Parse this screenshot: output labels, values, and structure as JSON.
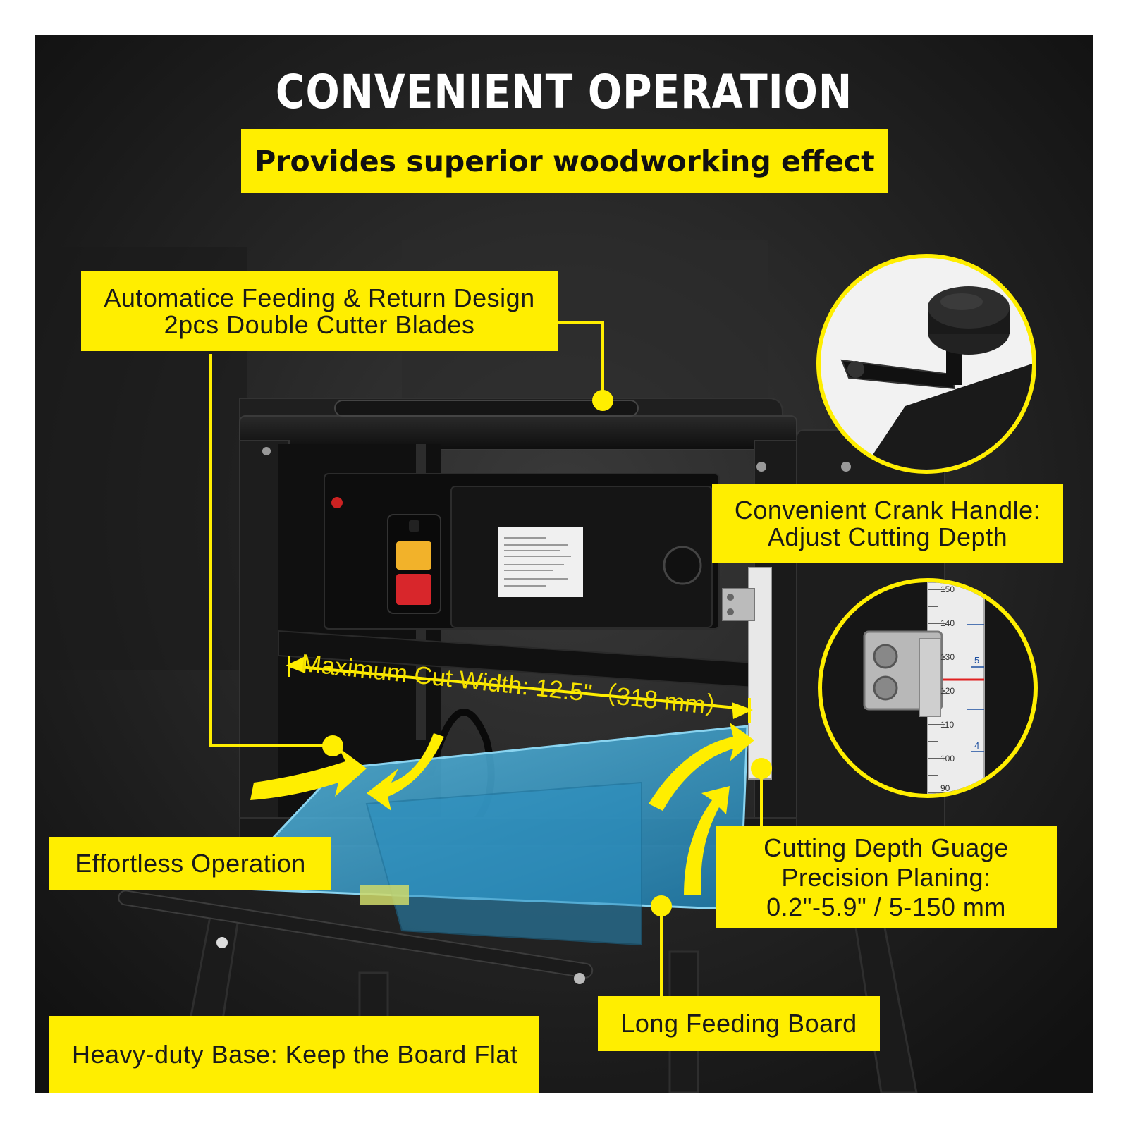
{
  "title": "CONVENIENT OPERATION",
  "subtitle": "Provides superior woodworking effect",
  "callouts": {
    "feeding_line1": "Automatice Feeding & Return Design",
    "feeding_line2": "2pcs Double Cutter Blades",
    "crank_line1": "Convenient Crank Handle:",
    "crank_line2": "Adjust Cutting Depth",
    "effortless": "Effortless Operation",
    "gauge_line1": "Cutting Depth Guage",
    "gauge_line2": "Precision Planing:",
    "gauge_line3": "0.2\"-5.9\" / 5-150 mm",
    "feeding_board": "Long Feeding Board",
    "base": "Heavy-duty Base: Keep the Board Flat"
  },
  "max_cut_width": "Maximum Cut Width: 12.5\"（318 mm）",
  "colors": {
    "accent": "#ffee00",
    "background": "#141414",
    "machine": "#1c1c1c",
    "table_blue": "#3fa9d6",
    "switch_red": "#d8262b",
    "switch_yellow": "#f2b22a"
  },
  "scale": {
    "ticks_mm": [
      "150",
      "140",
      "130",
      "120",
      "110",
      "100",
      "90"
    ],
    "ticks_in": [
      "5",
      "4"
    ]
  }
}
